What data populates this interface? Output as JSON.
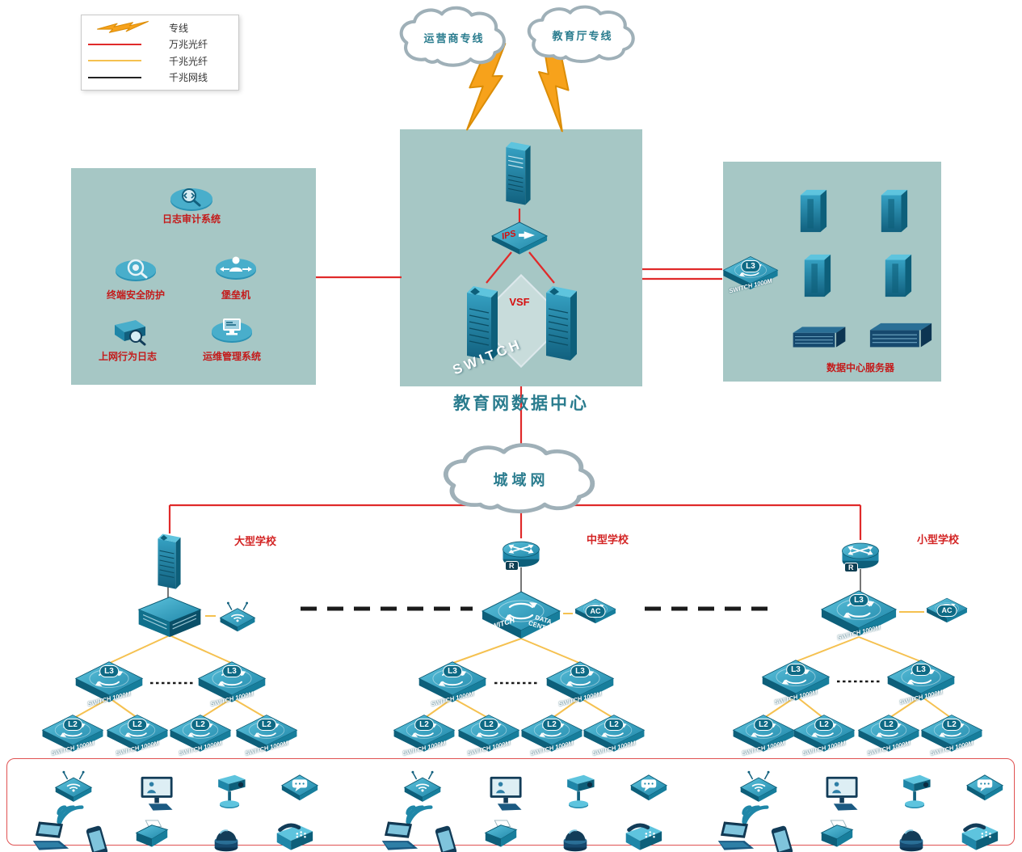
{
  "legend": {
    "items": [
      {
        "label": "专线",
        "type": "lightning",
        "color": "#f7a21b"
      },
      {
        "label": "万兆光纤",
        "type": "line",
        "color": "#e02a2a"
      },
      {
        "label": "千兆光纤",
        "type": "line",
        "color": "#f5c150"
      },
      {
        "label": "千兆网线",
        "type": "line",
        "color": "#222222"
      }
    ]
  },
  "clouds": {
    "isp": "运营商专线",
    "edu": "教育厅专线",
    "man": "城域网"
  },
  "datacenter": {
    "title": "教育网数据中心",
    "ips": "IPS",
    "vsf": "VSF",
    "switch": "SWITCH"
  },
  "security": {
    "audit": "日志审计系统",
    "terminal": "终端安全防护",
    "bastion": "堡垒机",
    "netlog": "上网行为日志",
    "ops": "运维管理系统"
  },
  "serverroom": {
    "title": "数据中心服务器",
    "switch_label": "SWITCH 1000M",
    "l3": "L3"
  },
  "schools": {
    "large": {
      "name": "大型学校"
    },
    "medium": {
      "name": "中型学校",
      "core_left": "SWITCH",
      "core_right": "DATA CENTER"
    },
    "small": {
      "name": "小型学校"
    }
  },
  "labels": {
    "l3": "L3",
    "l2": "L2",
    "switch_1000m": "SWITCH 1000M",
    "ac": "AC",
    "r": "R"
  },
  "endpoint_icons": [
    "wireless-ap-icon",
    "wifi-signal-icon",
    "laptop-icon",
    "smartphone-icon",
    "desktop-monitor-icon",
    "printer-icon",
    "ptz-camera-icon",
    "dome-camera-icon",
    "chat-bubble-icon",
    "ip-phone-icon"
  ],
  "colors": {
    "leased_line": "#f7a21b",
    "fiber_10g": "#e02a2a",
    "fiber_1g": "#f5c150",
    "copper_1g": "#222222",
    "zone_bg": "#a6c7c5",
    "device_teal": "#1f86a8",
    "label_red": "#c41b1b",
    "title_teal": "#2a7c8e"
  }
}
